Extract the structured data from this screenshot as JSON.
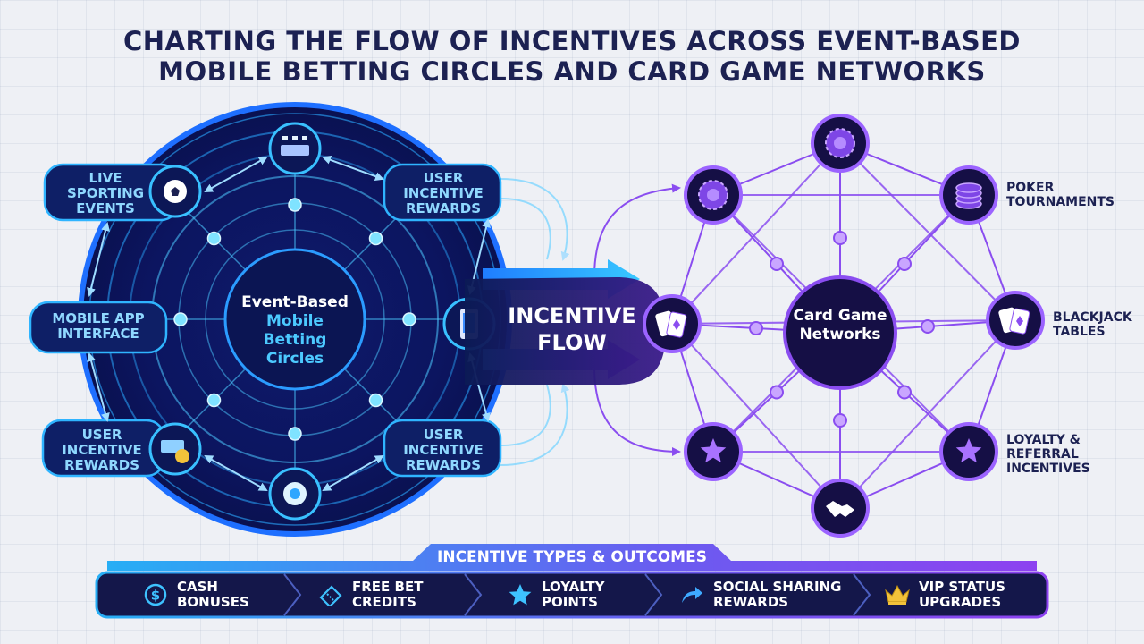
{
  "title": {
    "line1": "CHARTING THE FLOW OF INCENTIVES ACROSS EVENT-BASED",
    "line2": "MOBILE BETTING CIRCLES AND CARD GAME NETWORKS"
  },
  "betting_circle": {
    "center_line1": "Event-Based",
    "center_line2": "Mobile",
    "center_line3": "Betting",
    "center_line4": "Circles",
    "nodes": [
      {
        "line1": "LIVE",
        "line2": "SPORTING",
        "line3": "EVENTS"
      },
      {
        "line1": "USER",
        "line2": "INCENTIVE",
        "line3": "REWARDS"
      },
      {
        "line1": "MOBILE APP",
        "line2": "INTERFACE"
      },
      {
        "line1": "USER",
        "line2": "INCENTIVE",
        "line3": "REWARDS"
      },
      {
        "line1": "USER",
        "line2": "INCENTIVE",
        "line3": "REWARDS"
      }
    ],
    "icons": [
      "stadium-icon",
      "soccer-ball-icon",
      "mobile-phone-icon",
      "cash-stack-icon",
      "gear-badge-icon"
    ]
  },
  "flow": {
    "line1": "INCENTIVE",
    "line2": "FLOW"
  },
  "card_network": {
    "center_line1": "Card Game",
    "center_line2": "Networks",
    "labels": [
      {
        "line1": "POKER",
        "line2": "TOURNAMENTS"
      },
      {
        "line1": "BLACKJACK",
        "line2": "TABLES"
      },
      {
        "line1": "LOYALTY &",
        "line2": "REFERRAL",
        "line3": "INCENTIVES"
      }
    ],
    "icons": [
      "poker-chip-icon",
      "poker-chip-icon",
      "chip-stack-icon",
      "playing-cards-icon",
      "playing-cards-icon",
      "star-icon",
      "star-icon",
      "handshake-icon"
    ]
  },
  "incentive_types": {
    "title": "INCENTIVE TYPES & OUTCOMES",
    "items": [
      {
        "line1": "CASH",
        "line2": "BONUSES",
        "icon": "dollar-coin-icon"
      },
      {
        "line1": "FREE BET",
        "line2": "CREDITS",
        "icon": "ticket-icon"
      },
      {
        "line1": "LOYALTY",
        "line2": "POINTS",
        "icon": "star-icon"
      },
      {
        "line1": "SOCIAL SHARING",
        "line2": "REWARDS",
        "icon": "share-arrow-icon"
      },
      {
        "line1": "VIP STATUS",
        "line2": "UPGRADES",
        "icon": "crown-icon"
      }
    ]
  },
  "colors": {
    "navy": "#1c2152",
    "cyan": "#2bb6ff",
    "purple": "#8a4df0",
    "dark_node": "#150f45"
  }
}
